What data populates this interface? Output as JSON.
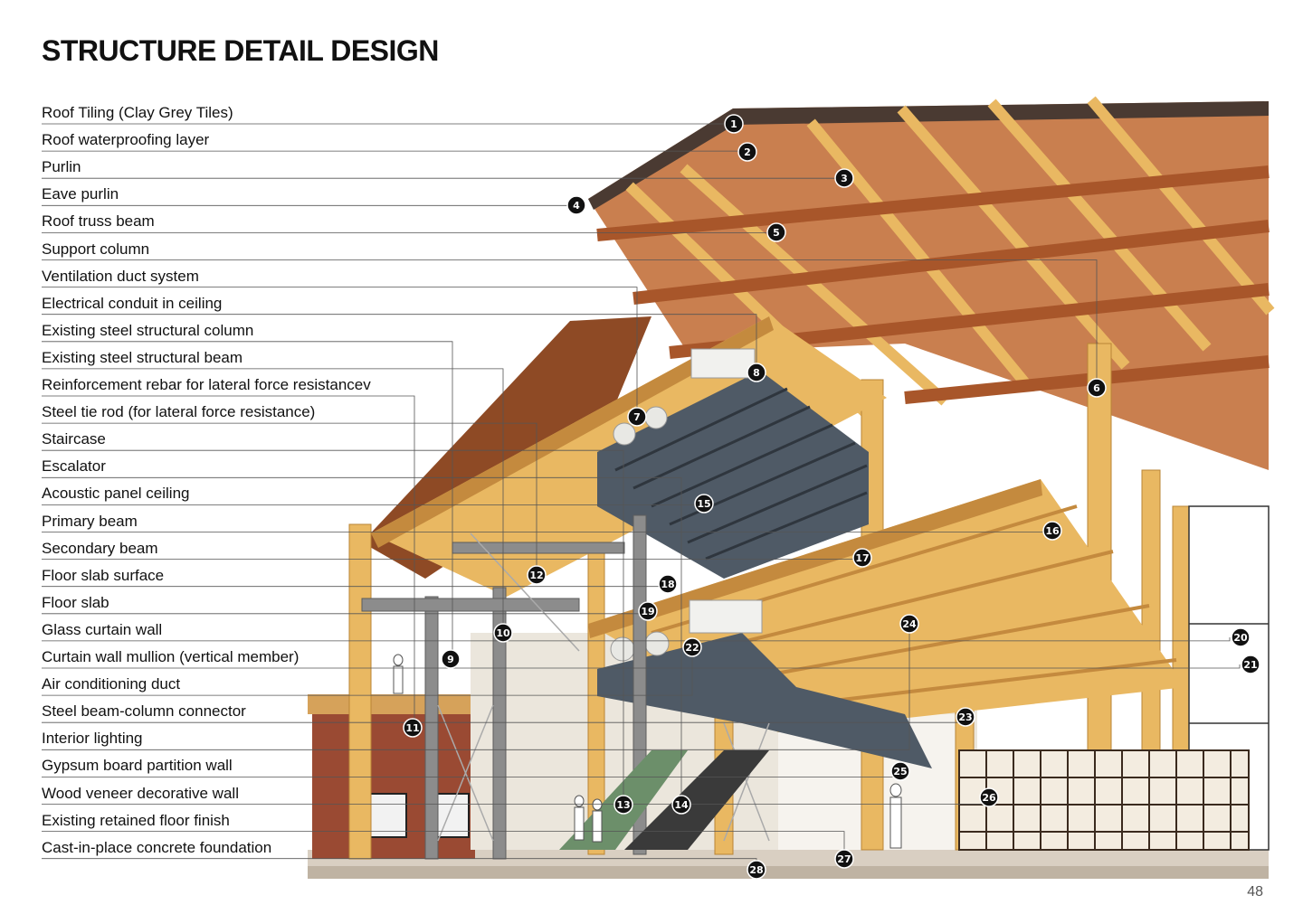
{
  "title": "STRUCTURE DETAIL DESIGN",
  "page_number": "48",
  "labels": [
    "Roof Tiling (Clay Grey Tiles)",
    "Roof waterproofing layer",
    "Purlin",
    "Eave purlin",
    "Roof truss beam",
    "Support column",
    "Ventilation duct system",
    "Electrical conduit in ceiling",
    "Existing steel structural column",
    "Existing steel structural beam",
    "Reinforcement rebar for lateral force resistancev",
    "Steel tie rod (for lateral force resistance)",
    "Staircase",
    "Escalator",
    "Acoustic panel ceiling",
    "Primary beam",
    "Secondary beam",
    "Floor slab surface",
    "Floor slab",
    "Glass curtain wall",
    "Curtain wall mullion (vertical member)",
    "Air conditioning duct",
    "Steel beam-column connector",
    "Interior lighting",
    "Gypsum board partition wall",
    "Wood veneer decorative wall",
    "Existing retained floor finish",
    "Cast-in-place concrete foundation"
  ],
  "markers": [
    "1",
    "2",
    "3",
    "4",
    "5",
    "6",
    "7",
    "8",
    "9",
    "10",
    "11",
    "12",
    "13",
    "14",
    "15",
    "16",
    "17",
    "18",
    "19",
    "20",
    "21",
    "22",
    "23",
    "24",
    "25",
    "26",
    "27",
    "28"
  ],
  "colors": {
    "timber_light": "#e9b862",
    "timber_dark": "#a8562a",
    "roof_panel": "#c97f4f",
    "ceiling_panel": "#4f5a66",
    "steel": "#8c8c8c",
    "brick": "#9a4a33",
    "leader_line": "#555555",
    "marker_fill": "#111111"
  }
}
